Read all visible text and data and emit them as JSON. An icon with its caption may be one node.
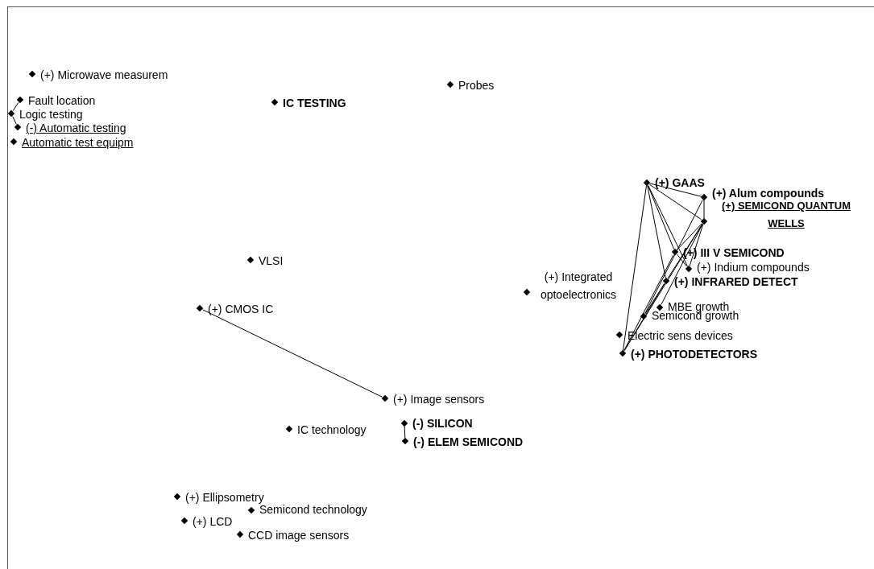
{
  "diagram": {
    "nodes": [
      {
        "text": [
          "(+) Microwave measurem"
        ]
      },
      {
        "text": [
          "Fault location"
        ]
      },
      {
        "text": [
          "Logic testing"
        ]
      },
      {
        "text": [
          "(-) Automatic testing"
        ]
      },
      {
        "text": [
          "Automatic test equipm"
        ]
      },
      {
        "text": [
          "IC TESTING"
        ]
      },
      {
        "text": [
          "Probes"
        ]
      },
      {
        "text": [
          "(+) GAAS"
        ]
      },
      {
        "text": [
          "(+) Alum compounds"
        ]
      },
      {
        "text": [
          "(+) SEMICOND QUANTUM WELLS"
        ]
      },
      {
        "text": [
          "VLSI"
        ]
      },
      {
        "text": [
          "(+) III V SEMICOND"
        ]
      },
      {
        "text": [
          "(+) Indium compounds"
        ]
      },
      {
        "text": [
          "(+) Integrated optoelectronics"
        ]
      },
      {
        "text": [
          "(+) INFRARED DETECT"
        ]
      },
      {
        "text": [
          "(+) CMOS IC"
        ]
      },
      {
        "text": [
          "MBE growth"
        ]
      },
      {
        "text": [
          "Semicond growth"
        ]
      },
      {
        "text": [
          "Electric sens devices"
        ]
      },
      {
        "text": [
          "(+) PHOTODETECTORS"
        ]
      },
      {
        "text": [
          "(+) Image sensors"
        ]
      },
      {
        "text": [
          "IC technology"
        ]
      },
      {
        "text": [
          "(-) SILICON"
        ]
      },
      {
        "text": [
          "(-) ELEM SEMICOND"
        ]
      },
      {
        "text": [
          "(+) Ellipsometry"
        ]
      },
      {
        "text": [
          "Semicond technology"
        ]
      },
      {
        "text": [
          "(+) LCD"
        ]
      },
      {
        "text": [
          "CCD image sensors"
        ]
      }
    ],
    "edges": [
      {
        "from": 1,
        "to": 2,
        "arrow": "none"
      },
      {
        "from": 2,
        "to": 3,
        "arrow": "none"
      },
      {
        "from": 15,
        "to": 20,
        "arrow": "none"
      },
      {
        "from": 22,
        "to": 23,
        "arrow": "none"
      },
      {
        "from": 7,
        "to": 8,
        "arrow": "none"
      },
      {
        "from": 7,
        "to": 9,
        "arrow": "none"
      },
      {
        "from": 7,
        "to": 11,
        "arrow": "none"
      },
      {
        "from": 7,
        "to": 12,
        "arrow": "none"
      },
      {
        "from": 7,
        "to": 14,
        "arrow": "none"
      },
      {
        "from": 7,
        "to": 19,
        "arrow": "none"
      },
      {
        "from": 8,
        "to": 9,
        "arrow": "none"
      },
      {
        "from": 8,
        "to": 17,
        "arrow": "none"
      },
      {
        "from": 9,
        "to": 11,
        "arrow": "none"
      },
      {
        "from": 9,
        "to": 12,
        "arrow": "none"
      },
      {
        "from": 9,
        "to": 14,
        "arrow": "none"
      },
      {
        "from": 9,
        "to": 16,
        "arrow": "none"
      },
      {
        "from": 9,
        "to": 19,
        "arrow": "none"
      },
      {
        "from": 11,
        "to": 12,
        "arrow": "none"
      },
      {
        "from": 11,
        "to": 19,
        "arrow": "none"
      },
      {
        "from": 14,
        "to": 17,
        "arrow": "none"
      },
      {
        "from": 14,
        "to": 19,
        "arrow": "none"
      }
    ]
  }
}
